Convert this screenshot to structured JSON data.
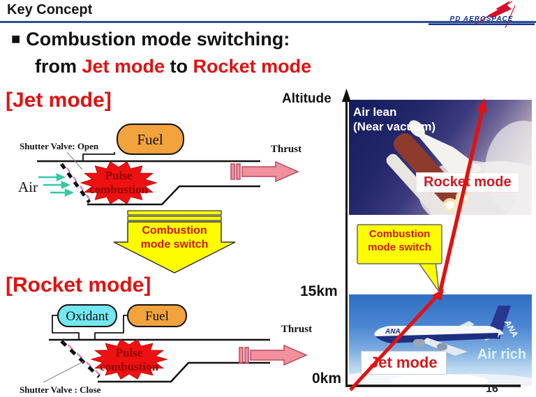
{
  "header": {
    "slide_title": "Key Concept",
    "logo_text": "PD AEROSPACE",
    "page_number": "16"
  },
  "main_title": {
    "bullet": "■",
    "line1": "Combustion mode switching:",
    "from_word": "from ",
    "jet_word": "Jet mode",
    "to_word": " to ",
    "rocket_word": "Rocket mode"
  },
  "jet_mode": {
    "heading": "[Jet mode]",
    "fuel": "Fuel",
    "shutter": "Shutter Valve: Open",
    "air": "Air",
    "pulse1": "Pulse",
    "pulse2": "combustion",
    "thrust": "Thrust"
  },
  "mode_switch_arrow": {
    "line1": "Combustion",
    "line2": "mode switch"
  },
  "rocket_mode": {
    "heading": "[Rocket mode]",
    "oxidant": "Oxidant",
    "fuel": "Fuel",
    "shutter": "Shutter Valve : Close",
    "pulse1": "Pulse",
    "pulse2": "combustion",
    "thrust": "Thrust"
  },
  "altitude_chart": {
    "axis_label": "Altitude",
    "air_lean_line1": "Air lean",
    "air_lean_line2": "(Near vacuum)",
    "rocket_mode_label": "Rocket mode",
    "callout_line1": "Combustion",
    "callout_line2": "mode switch",
    "tick_15km": "15km",
    "tick_0km": "0km",
    "jet_mode_label": "Jet mode",
    "air_rich_label": "Air rich",
    "plane_logo": "ANA"
  },
  "colors": {
    "accent_red": "#e01212",
    "header_blue": "#2d4f93",
    "logo_blue": "#15318d",
    "highlight_yellow": "#fdfd00",
    "fuel_orange": "#f2a33c",
    "oxidant_cyan": "#72e7ef",
    "thrust_pink": "#f2909e",
    "air_teal": "#35c8a5",
    "combustion_red": "#ee1111"
  }
}
